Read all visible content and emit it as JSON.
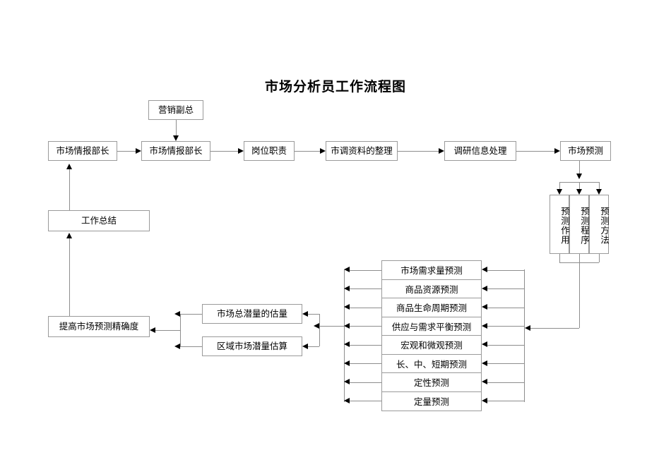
{
  "document": {
    "title": "市场分析员工作流程图"
  },
  "nodes": {
    "vp_marketing": "营销副总",
    "intel_chief_left": "市场情报部长",
    "intel_chief_main": "市场情报部长",
    "job_duty": "岗位职责",
    "survey_data_organize": "市调资料的整理",
    "research_info_process": "调研信息处理",
    "market_forecast": "市场预测",
    "work_summary": "工作总结",
    "improve_accuracy": "提高市场预测精确度",
    "total_potential": "市场总潜量的估量",
    "regional_potential": "区域市场潜量估算"
  },
  "forecast_columns": [
    {
      "label": "预测作用"
    },
    {
      "label": "预测程序"
    },
    {
      "label": "预测方法"
    }
  ],
  "forecast_types": [
    {
      "label": "市场需求量预测"
    },
    {
      "label": "商品资源预测"
    },
    {
      "label": "商品生命周期预测"
    },
    {
      "label": "供应与需求平衡预测"
    },
    {
      "label": "宏观和微观预测"
    },
    {
      "label": "长、中、短期预测"
    },
    {
      "label": "定性预测"
    },
    {
      "label": "定量预测"
    }
  ],
  "style": {
    "border_color": "#9a9a9a",
    "line_color": "#8d8d8d",
    "arrow_color": "#000000",
    "background": "#ffffff"
  }
}
